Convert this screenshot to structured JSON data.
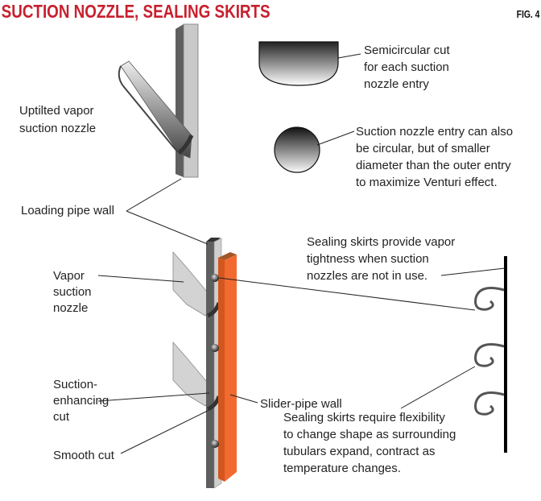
{
  "title": "SUCTION NOZZLE, SEALING SKIRTS",
  "figure_label": "FIG. 4",
  "labels": {
    "semicircular": [
      "Semicircular cut",
      "for each suction",
      "nozzle entry"
    ],
    "circular": [
      "Suction nozzle entry can also",
      "be circular, but of smaller",
      "diameter than the outer entry",
      "to maximize Venturi effect."
    ],
    "uptilted": [
      "Uptilted vapor",
      "suction nozzle"
    ],
    "loading_wall": [
      "Loading pipe wall"
    ],
    "skirts_top": [
      "Sealing skirts provide vapor",
      "tightness when suction",
      "nozzles are not in use."
    ],
    "vapor_nozzle": [
      "Vapor",
      "suction",
      "nozzle"
    ],
    "enhancing_cut": [
      "Suction-",
      "enhancing",
      "cut"
    ],
    "slider_wall": [
      "Slider-pipe wall"
    ],
    "smooth_cut": [
      "Smooth cut"
    ],
    "skirts_bottom": [
      "Sealing skirts require flexibility",
      "to change shape as surrounding",
      "tubulars expand, contract as",
      "temperature changes."
    ]
  },
  "colors": {
    "title": "#c8202e",
    "slider_pipe": "#f26a30",
    "slider_top": "#a0582a",
    "wall_dark": "#5f5f5f",
    "wall_light": "#cfcfcf"
  }
}
